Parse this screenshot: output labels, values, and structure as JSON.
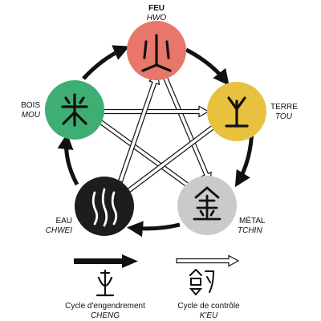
{
  "elements": {
    "fire": {
      "name": "FEU",
      "transliteration": "HWO",
      "color": "#e8766b"
    },
    "earth": {
      "name": "TERRE",
      "transliteration": "TOU",
      "color": "#e8c23e"
    },
    "metal": {
      "name": "MÉTAL",
      "transliteration": "TCHIN",
      "color": "#c9cacc"
    },
    "water": {
      "name": "EAU",
      "transliteration": "CHWEI",
      "color": "#1d1d1d"
    },
    "wood": {
      "name": "BOIS",
      "transliteration": "MOU",
      "color": "#3fae72"
    }
  },
  "legend": {
    "generation": {
      "title": "Cycle d'engendrement",
      "subtitle": "CHENG"
    },
    "control": {
      "title": "Cycle de contrôle",
      "subtitle": "K'EU"
    }
  }
}
